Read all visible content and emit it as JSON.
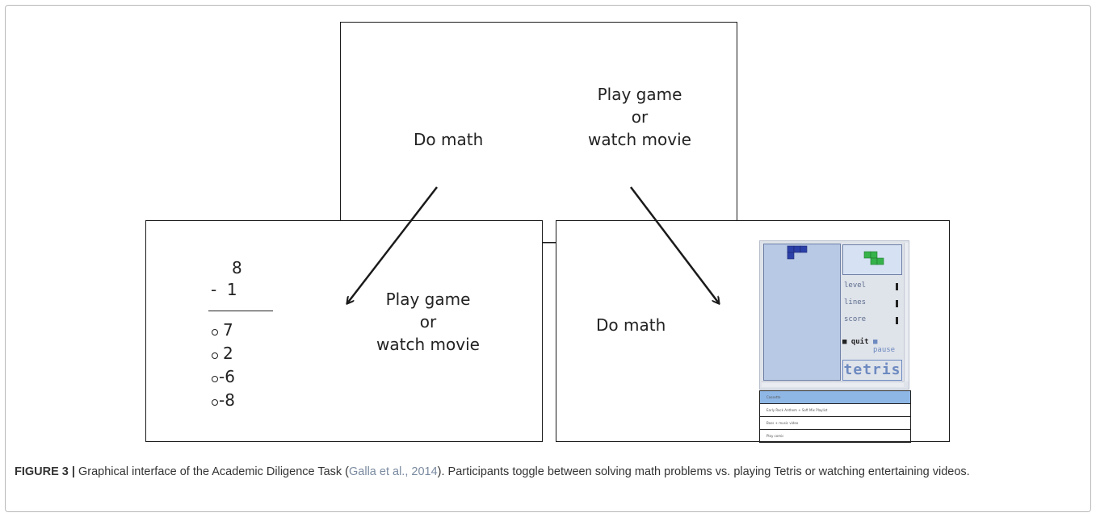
{
  "top_panel": {
    "left_text": "Do math",
    "right_text": [
      "Play game",
      "or",
      "watch movie"
    ]
  },
  "left_panel": {
    "problem": {
      "top": "8",
      "operator_line": "-  1"
    },
    "options": [
      "7",
      "2",
      "-6",
      "-8"
    ],
    "right_text": [
      "Play game",
      "or",
      "watch movie"
    ]
  },
  "right_panel": {
    "left_text": "Do math",
    "tetris": {
      "labels": [
        "level",
        "lines",
        "score"
      ],
      "controls": [
        "quit",
        "pause"
      ],
      "logo": "tetris",
      "playlist_rows": [
        "Cassette",
        "Early Rock Anthem + Soft Mix Playlist",
        "Bass + music video",
        "Play comic"
      ]
    }
  },
  "caption": {
    "label": "FIGURE 3 |",
    "text_before": " Graphical interface of the Academic Diligence Task (",
    "citation": "Galla et al., 2014",
    "text_after": "). Participants toggle between solving math problems vs. playing Tetris or watching entertaining videos."
  },
  "colors": {
    "tetris_board": "#b8c9e6",
    "tetris_piece_blue": "#2b3fa8",
    "tetris_piece_green": "#36b24a",
    "playlist_header": "#8fb7e6"
  }
}
